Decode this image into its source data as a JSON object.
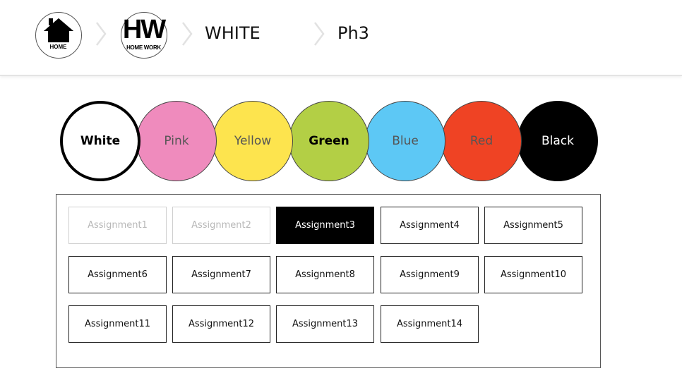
{
  "breadcrumb": {
    "home_label": "HOME",
    "hw_big": "HW",
    "hw_small": "HOME WORK",
    "color": "WHITE",
    "phase": "Ph3"
  },
  "colors": [
    {
      "label": "White",
      "fill": "#ffffff",
      "text": "#000000",
      "selected": true
    },
    {
      "label": "Pink",
      "fill": "#ef8bbd",
      "text": "#555555"
    },
    {
      "label": "Yellow",
      "fill": "#fde44e",
      "text": "#555555"
    },
    {
      "label": "Green",
      "fill": "#b3cf45",
      "text": "#000000"
    },
    {
      "label": "Blue",
      "fill": "#5dc8f5",
      "text": "#555555"
    },
    {
      "label": "Red",
      "fill": "#ef4324",
      "text": "#555555"
    },
    {
      "label": "Black",
      "fill": "#000000",
      "text": "#ffffff"
    }
  ],
  "assignments": [
    {
      "label": "Assignment1",
      "state": "disabled"
    },
    {
      "label": "Assignment2",
      "state": "disabled"
    },
    {
      "label": "Assignment3",
      "state": "active"
    },
    {
      "label": "Assignment4",
      "state": "normal"
    },
    {
      "label": "Assignment5",
      "state": "normal"
    },
    {
      "label": "Assignment6",
      "state": "normal"
    },
    {
      "label": "Assignment7",
      "state": "normal"
    },
    {
      "label": "Assignment8",
      "state": "normal"
    },
    {
      "label": "Assignment9",
      "state": "normal"
    },
    {
      "label": "Assignment10",
      "state": "normal"
    },
    {
      "label": "Assignment11",
      "state": "normal"
    },
    {
      "label": "Assignment12",
      "state": "normal"
    },
    {
      "label": "Assignment13",
      "state": "normal"
    },
    {
      "label": "Assignment14",
      "state": "normal"
    }
  ]
}
